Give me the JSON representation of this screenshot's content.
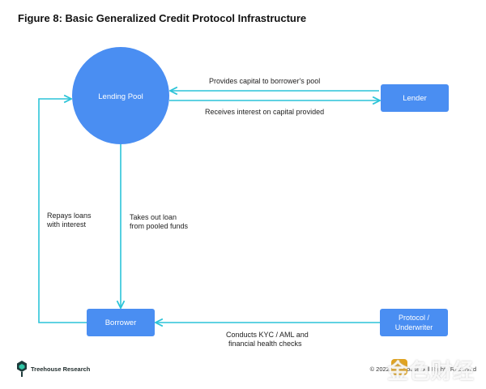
{
  "title": "Figure 8: Basic Generalized Credit Protocol Infrastructure",
  "nodes": {
    "lending_pool": "Lending Pool",
    "lender": "Lender",
    "borrower": "Borrower",
    "underwriter_line1": "Protocol /",
    "underwriter_line2": "Underwriter"
  },
  "edges": {
    "provides_capital": "Provides capital to borrower's pool",
    "receives_interest": "Receives interest on capital provided",
    "takes_out_loan_line1": "Takes out loan",
    "takes_out_loan_line2": "from pooled funds",
    "repays_loans_line1": "Repays loans",
    "repays_loans_line2": "with interest",
    "conducts_kyc_line1": "Conducts KYC / AML and",
    "conducts_kyc_line2": "financial health checks"
  },
  "footer": {
    "brand": "Treehouse Research",
    "copyright": "© 2022 Treehouse. All Rights Reserved"
  },
  "watermark": "金色财经",
  "colors": {
    "node_fill": "#4a8ef2",
    "arrow": "#2cc4d8",
    "text_on_node": "#ffffff"
  }
}
